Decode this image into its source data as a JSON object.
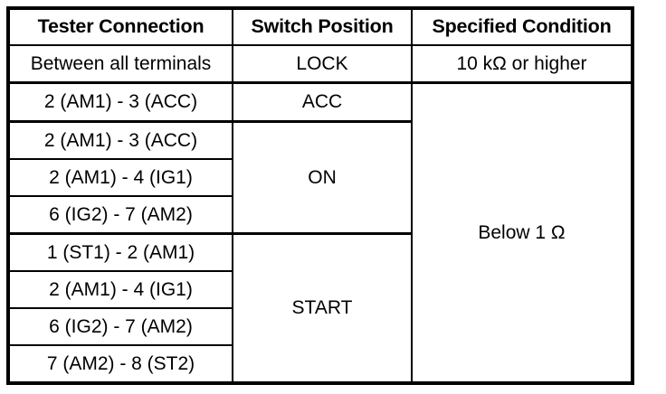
{
  "table": {
    "headers": [
      "Tester Connection",
      "Switch Position",
      "Specified Condition"
    ],
    "rows": [
      {
        "tester_connection": "Between all terminals",
        "switch_position": "LOCK",
        "specified_condition": "10 kΩ or higher"
      },
      {
        "tester_connection": "2 (AM1) - 3 (ACC)",
        "switch_position": "ACC",
        "specified_condition": "Below 1 Ω"
      },
      {
        "tester_connection": "2 (AM1) - 3 (ACC)",
        "switch_position": "ON",
        "specified_condition": ""
      },
      {
        "tester_connection": "2 (AM1) - 4 (IG1)",
        "switch_position": "",
        "specified_condition": ""
      },
      {
        "tester_connection": "6 (IG2) - 7 (AM2)",
        "switch_position": "",
        "specified_condition": ""
      },
      {
        "tester_connection": "1 (ST1) - 2 (AM1)",
        "switch_position": "START",
        "specified_condition": ""
      },
      {
        "tester_connection": "2 (AM1) - 4 (IG1)",
        "switch_position": "",
        "specified_condition": ""
      },
      {
        "tester_connection": "6 (IG2) - 7 (AM2)",
        "switch_position": "",
        "specified_condition": ""
      },
      {
        "tester_connection": "7 (AM2) - 8 (ST2)",
        "switch_position": "",
        "specified_condition": ""
      }
    ],
    "switch_groups": [
      {
        "label": "LOCK",
        "rowspan": 1
      },
      {
        "label": "ACC",
        "rowspan": 1
      },
      {
        "label": "ON",
        "rowspan": 3
      },
      {
        "label": "START",
        "rowspan": 4
      }
    ],
    "condition_groups": [
      {
        "label": "10 kΩ or higher",
        "rowspan": 1
      },
      {
        "label": "Below 1 Ω",
        "rowspan": 8
      }
    ]
  },
  "colors": {
    "border": "#000000",
    "background": "#ffffff",
    "text": "#000000"
  }
}
